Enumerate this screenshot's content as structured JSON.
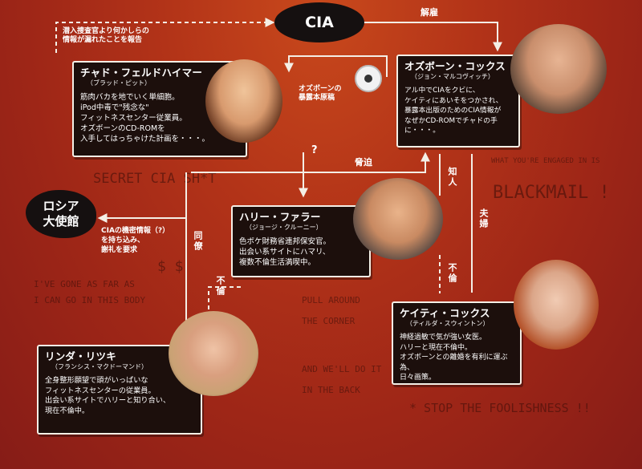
{
  "cia": {
    "label": "CIA"
  },
  "russia": {
    "line1": "ロシア",
    "line2": "大使館"
  },
  "characters": {
    "chad": {
      "name": "チャド・フェルドハイマー",
      "actor": "（ブラッド・ピット）",
      "desc": "筋肉バカを地でいく単細胞。\niPod中毒で\"残念な\"\nフィットネスセンター従業員。\nオズボーンのCD-ROMを\n入手してはっちゃけた計画を・・・。"
    },
    "osborne": {
      "name": "オズボーン・コックス",
      "actor": "（ジョン・マルコヴィッチ）",
      "desc": "アル中でCIAをクビに、\nケイティにあいそをつかされ、\n暴露本出版のためのCIA情報が\nなぜかCD-ROMでチャドの手に・・・。"
    },
    "harry": {
      "name": "ハリー・ファラー",
      "actor": "（ジョージ・クルーニー）",
      "desc": "色ボケ財務省連邦保安官。\n出会い系サイトにハマリ、\n複数不倫生活満喫中。"
    },
    "katie": {
      "name": "ケイティ・コックス",
      "actor": "（ティルダ・スウィントン）",
      "desc": "神経過敏で気が強い女医。\nハリーと現在不倫中。\nオズボーンとの離婚を有利に運ぶ為、\n日々画策。"
    },
    "linda": {
      "name": "リンダ・リツキ",
      "actor": "（フランシス・マクドーマンド）",
      "desc": "全身整形願望で頭がいっぱいな\nフィットネスセンターの従業員。\n出会い系サイトでハリーと知り合い、\n現在不倫中。"
    }
  },
  "relations": {
    "infiltrate": "潜入捜査官より何かしらの\n情報が漏れたことを報告",
    "fired": "解雇",
    "manuscript": "オズボーンの\n暴露本原稿",
    "question": "?",
    "blackmail": "脅迫",
    "acquaint": "知人",
    "couple": "夫婦",
    "coworker": "同僚",
    "affair_linda": "不倫",
    "affair_katie": "不倫",
    "russia_note": "CIAの機密情報（?）\nを持ち込み、\n謝礼を要求"
  },
  "handwriting": {
    "secret": "SECRET CIA SH*T",
    "engaged": "WHAT YOU'RE ENGAGED IN IS",
    "blackmail": "BLACKMAIL !",
    "gone": "I'VE GONE AS FAR AS\nI CAN GO IN THIS BODY",
    "pull": "PULL AROUND\nTHE CORNER",
    "back": "AND WE'LL DO IT\nIN THE BACK",
    "stop": "* STOP THE FOOLISHNESS !!",
    "dollars": "$ $"
  },
  "icons": [
    "cd-rom-icon"
  ],
  "colors": {
    "background": "#b23318",
    "card": "#1c0f0c",
    "line": "#f4efe6"
  }
}
